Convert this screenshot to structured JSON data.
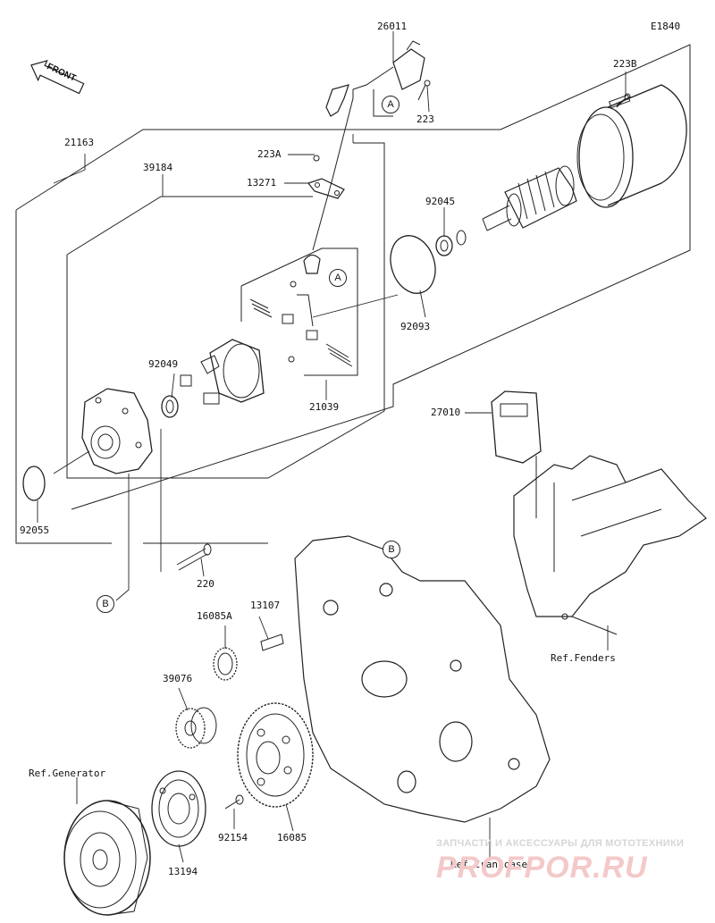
{
  "diagram": {
    "code": "E1840",
    "front_label": "FRONT",
    "callouts": {
      "a": "A",
      "b": "B"
    },
    "part_numbers": {
      "p26011": "26011",
      "p223B": "223B",
      "p223": "223",
      "p21163": "21163",
      "p223A": "223A",
      "p39184": "39184",
      "p13271": "13271",
      "p92045": "92045",
      "p92093": "92093",
      "p92049": "92049",
      "p21039": "21039",
      "p27010": "27010",
      "p92055": "92055",
      "p220": "220",
      "p13107": "13107",
      "p16085A": "16085A",
      "p39076": "39076",
      "p92154": "92154",
      "p16085": "16085",
      "p13194": "13194"
    },
    "references": {
      "fenders": "Ref.Fenders",
      "generator": "Ref.Generator",
      "crankcase": "Ref.Crankcase"
    }
  },
  "watermark": {
    "line1": "ЗАПЧАСТИ И АКСЕССУАРЫ ДЛЯ МОТОТЕХНИКИ",
    "line2": "PROFPOR.RU"
  }
}
